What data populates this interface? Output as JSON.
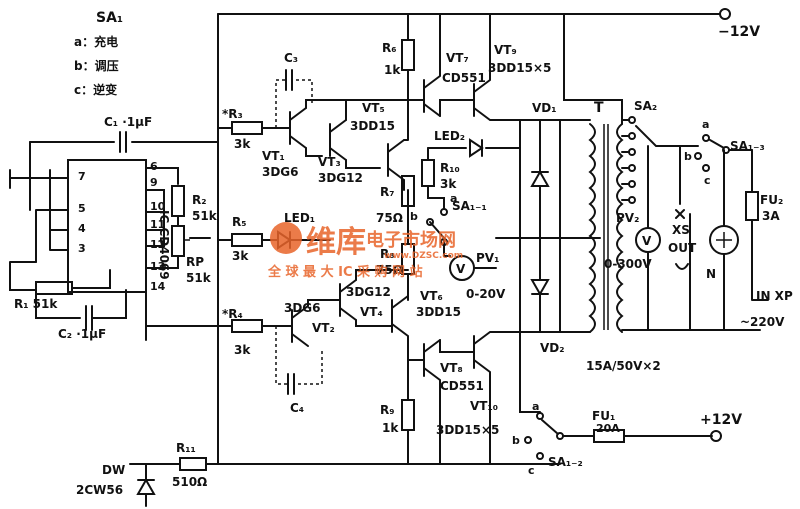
{
  "legend": {
    "title": "SA₁",
    "a": "a：充电",
    "b": "b：调压",
    "c": "c：逆变"
  },
  "ic": {
    "name": "IC CD4069",
    "pins": [
      "7",
      "5",
      "4",
      "3",
      "14",
      "6",
      "9",
      "10",
      "11",
      "12",
      "13"
    ]
  },
  "components": {
    "c1": "C₁ ·1μF",
    "c2": "C₂ ·1μF",
    "c3": "C₃",
    "c4": "C₄",
    "r1": "R₁ 51k",
    "r2": "R₂",
    "r2v": "51k",
    "rp": "RP",
    "rpv": "51k",
    "r3": "*R₃",
    "r3v": "3k",
    "r4": "*R₄",
    "r4v": "3k",
    "r5": "R₅",
    "r5v": "3k",
    "r6": "R₆",
    "r6v": "1k",
    "r7": "R₇",
    "r7v": "75Ω",
    "r8": "R₈",
    "r8v": "75Ω",
    "r9": "R₉",
    "r9v": "1k",
    "r10": "R₁₀",
    "r10v": "3k",
    "r11": "R₁₁",
    "r11v": "510Ω",
    "vt1": "VT₁",
    "vt1v": "3DG6",
    "vt2": "VT₂",
    "vt2v": "3DG6",
    "vt3": "VT₃",
    "vt3v": "3DG12",
    "vt4": "VT₄",
    "vt4v": "3DG12",
    "vt5": "VT₅",
    "vt5v": "3DD15",
    "vt6": "VT₆",
    "vt6v": "3DD15",
    "vt7": "VT₇",
    "vt7v": "CD551",
    "vt8": "VT₈",
    "vt8v": "CD551",
    "vt9": "VT₉",
    "vt9v": "3DD15×5",
    "vt10": "VT₁₀",
    "vt10v": "3DD15×5",
    "led1": "LED₁",
    "led2": "LED₂",
    "vd1": "VD₁",
    "vd2": "VD₂",
    "vd2v": "15A/50V×2",
    "t": "T",
    "sa2": "SA₂",
    "sa11": "SA₁₋₁",
    "sa12": "SA₁₋₂",
    "sa13": "SA₁₋₃",
    "pv1": "PV₁",
    "pv1v": "0-20V",
    "pv2": "PV₂",
    "pv2v": "0-300V",
    "xs": "XS",
    "out": "OUT",
    "n": "N",
    "fu1": "FU₁",
    "fu1v": "20A",
    "fu2": "FU₂",
    "fu2v": "3A",
    "dw": "DW",
    "dwv": "2CW56",
    "in": "IN  XP",
    "ac": "~220V",
    "neg12": "−12V",
    "pos12": "+12V",
    "a": "a",
    "b": "b",
    "c": "c"
  },
  "watermark": {
    "brand": "维库",
    "brand2": "电子市场网",
    "url": "www.DZSC.com",
    "tagline": "全 球 最 大 IC 采 购 网 站"
  }
}
